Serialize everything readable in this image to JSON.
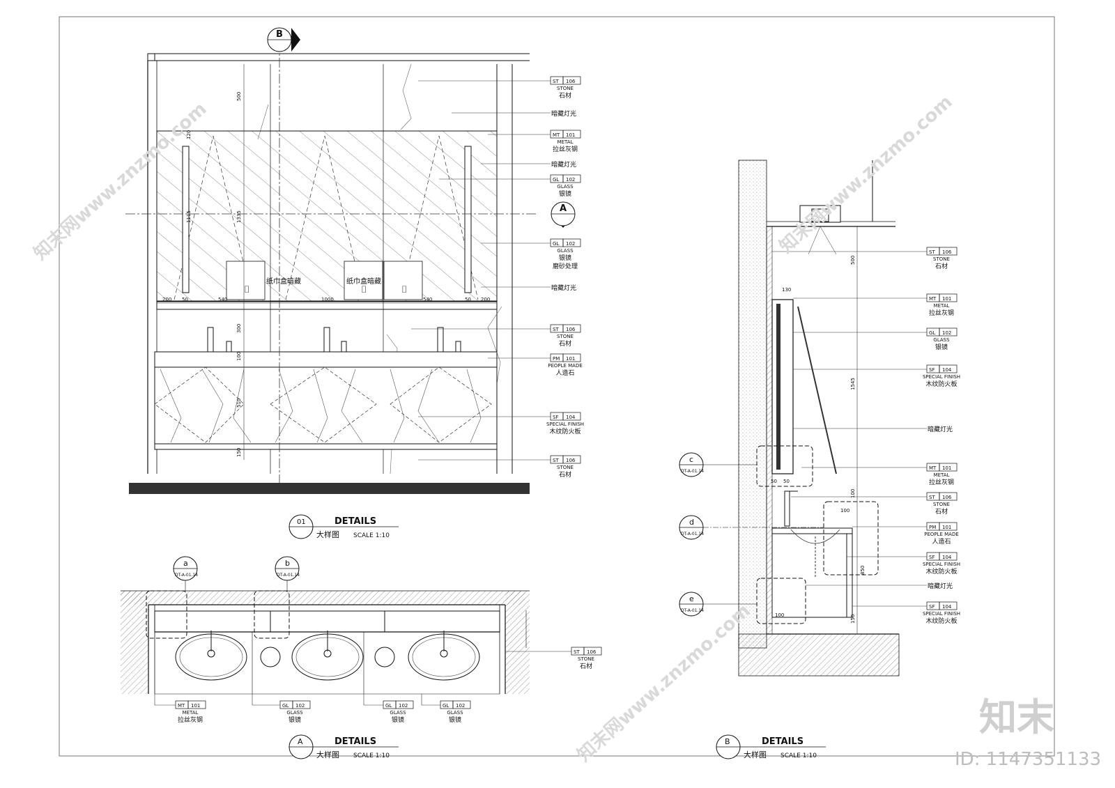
{
  "section_marks": {
    "elev_top": "B",
    "elev_right": "A",
    "plan": "A",
    "section": "B"
  },
  "details": [
    {
      "num": "01",
      "title": "DETAILS",
      "cn": "大样图",
      "scale": "SCALE  1:10"
    },
    {
      "num": "A",
      "title": "DETAILS",
      "cn": "大样图",
      "scale": "SCALE  1:10"
    },
    {
      "num": "B",
      "title": "DETAILS",
      "cn": "大样图",
      "scale": "SCALE  1:10"
    }
  ],
  "elevation": {
    "callouts": [
      {
        "code": "ST",
        "num": "106",
        "en": "STONE",
        "cn": "石材"
      },
      {
        "code": "",
        "num": "",
        "en": "",
        "cn": "暗藏灯光"
      },
      {
        "code": "MT",
        "num": "101",
        "en": "METAL",
        "cn": "拉丝灰钢"
      },
      {
        "code": "",
        "num": "",
        "en": "",
        "cn": "暗藏灯光"
      },
      {
        "code": "GL",
        "num": "102",
        "en": "GLASS",
        "cn": "银镜"
      },
      {
        "code": "GL",
        "num": "102",
        "en": "GLASS",
        "cn": "银镜",
        "cn2": "磨砂处理"
      },
      {
        "code": "",
        "num": "",
        "en": "",
        "cn": "暗藏灯光"
      },
      {
        "code": "ST",
        "num": "106",
        "en": "STONE",
        "cn": "石材"
      },
      {
        "code": "PM",
        "num": "101",
        "en": "PEOPLE MADE",
        "cn": "人造石"
      },
      {
        "code": "SF",
        "num": "104",
        "en": "SPECIAL FINISH",
        "cn": "木纹防火板"
      },
      {
        "code": "ST",
        "num": "106",
        "en": "STONE",
        "cn": "石材"
      }
    ],
    "tissue_labels": [
      "纸巾盒暗藏",
      "纸巾盒暗藏"
    ],
    "dims_h": [
      "200",
      "50",
      "540",
      "1000",
      "540",
      "50",
      "200"
    ],
    "dims_v": [
      "500",
      "120",
      "1115",
      "1335",
      "300",
      "100",
      "510",
      "150"
    ]
  },
  "plan": {
    "refs": [
      {
        "letter": "a",
        "sheet": "DT-A-01.14"
      },
      {
        "letter": "b",
        "sheet": "DT-A-01.14"
      }
    ],
    "callout_right": {
      "code": "ST",
      "num": "106",
      "en": "STONE",
      "cn": "石材"
    },
    "callouts_bottom": [
      {
        "code": "MT",
        "num": "101",
        "en": "METAL",
        "cn": "拉丝灰钢"
      },
      {
        "code": "GL",
        "num": "102",
        "en": "GLASS",
        "cn": "银镜"
      },
      {
        "code": "GL",
        "num": "102",
        "en": "GLASS",
        "cn": "银镜"
      },
      {
        "code": "GL",
        "num": "102",
        "en": "GLASS",
        "cn": "银镜"
      }
    ]
  },
  "section": {
    "refs": [
      {
        "letter": "c",
        "sheet": "DT-A-01.14"
      },
      {
        "letter": "d",
        "sheet": "DT-A-01.14"
      },
      {
        "letter": "e",
        "sheet": "DT-A-01.14"
      }
    ],
    "callouts": [
      {
        "code": "ST",
        "num": "106",
        "en": "STONE",
        "cn": "石材"
      },
      {
        "code": "MT",
        "num": "101",
        "en": "METAL",
        "cn": "拉丝灰钢"
      },
      {
        "code": "GL",
        "num": "102",
        "en": "GLASS",
        "cn": "银镜"
      },
      {
        "code": "SF",
        "num": "104",
        "en": "SPECIAL FINISH",
        "cn": "木纹防火板"
      },
      {
        "code": "",
        "num": "",
        "en": "",
        "cn": "暗藏灯光"
      },
      {
        "code": "MT",
        "num": "101",
        "en": "METAL",
        "cn": "拉丝灰钢"
      },
      {
        "code": "ST",
        "num": "106",
        "en": "STONE",
        "cn": "石材"
      },
      {
        "code": "PM",
        "num": "101",
        "en": "PEOPLE MADE",
        "cn": "人造石"
      },
      {
        "code": "SF",
        "num": "104",
        "en": "SPECIAL FINISH",
        "cn": "木纹防火板"
      },
      {
        "code": "",
        "num": "",
        "en": "",
        "cn": "暗藏灯光"
      },
      {
        "code": "SF",
        "num": "104",
        "en": "SPECIAL FINISH",
        "cn": "木纹防火板"
      }
    ],
    "dims_v": [
      "500",
      "1545",
      "100",
      "850",
      "150"
    ],
    "dims_h": [
      "130",
      "50",
      "50",
      "100",
      "100"
    ]
  },
  "watermark": {
    "brand": "知末",
    "id": "ID: 1147351133",
    "site": "知末网www.znzmo.com"
  }
}
